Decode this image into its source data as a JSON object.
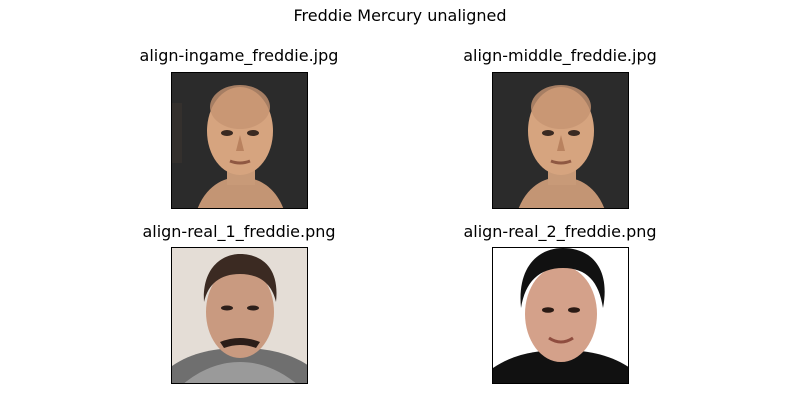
{
  "figure": {
    "title": "Freddie Mercury unaligned"
  },
  "panels": [
    {
      "title": "align-ingame_freddie.jpg",
      "image": "ingame-render-face"
    },
    {
      "title": "align-middle_freddie.jpg",
      "image": "ingame-render-face"
    },
    {
      "title": "align-real_1_freddie.png",
      "image": "photo-face-mustache"
    },
    {
      "title": "align-real_2_freddie.png",
      "image": "photo-face-smile"
    }
  ]
}
